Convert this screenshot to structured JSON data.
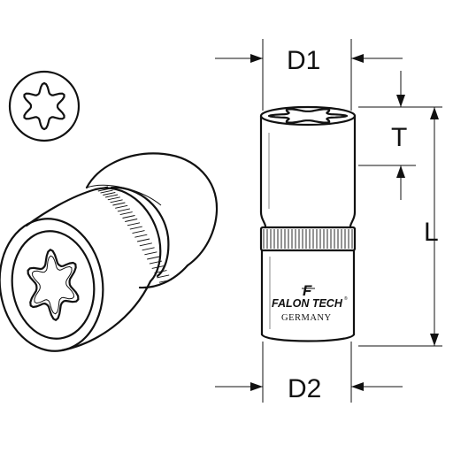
{
  "dimensions": {
    "top_diameter": "D1",
    "bottom_diameter": "D2",
    "depth": "T",
    "length": "L"
  },
  "branding": {
    "logo_mark": "F",
    "name": "FALON TECH",
    "registered": "®",
    "country": "GERMANY"
  },
  "colors": {
    "line": "#111111",
    "background": "#ffffff"
  }
}
